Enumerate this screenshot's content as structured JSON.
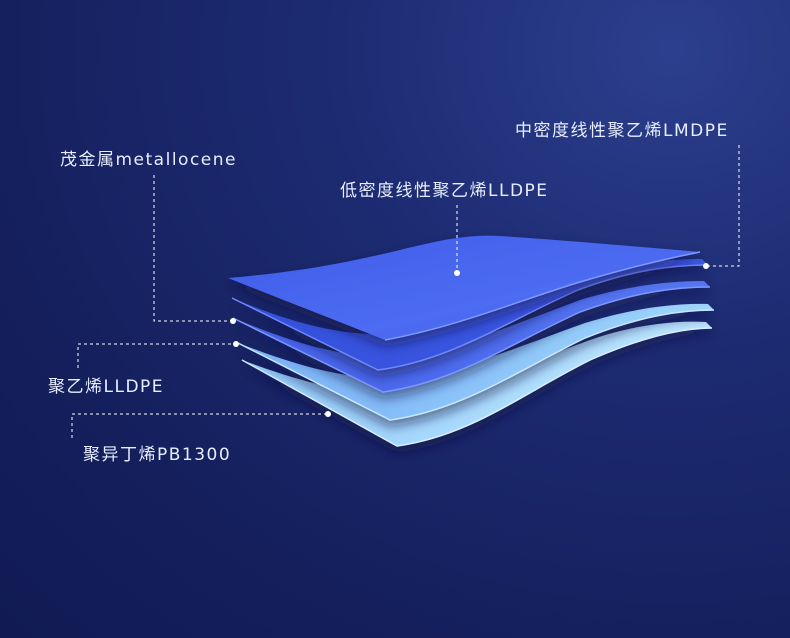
{
  "labels": {
    "lmdpe": "中密度线性聚乙烯LMDPE",
    "metallocene": "茂金属metallocene",
    "lldpe_low": "低密度线性聚乙烯LLDPE",
    "lldpe": "聚乙烯LLDPE",
    "pb1300": "聚异丁烯PB1300"
  },
  "colors": {
    "background": "#1a266a",
    "layer_top": "#4a67ee",
    "layer_2": "#3a52e0",
    "layer_3": "#4460ea",
    "layer_4": "#8ec8fb",
    "layer_5": "#a9dcfd",
    "leader_line": "#ffffff"
  }
}
